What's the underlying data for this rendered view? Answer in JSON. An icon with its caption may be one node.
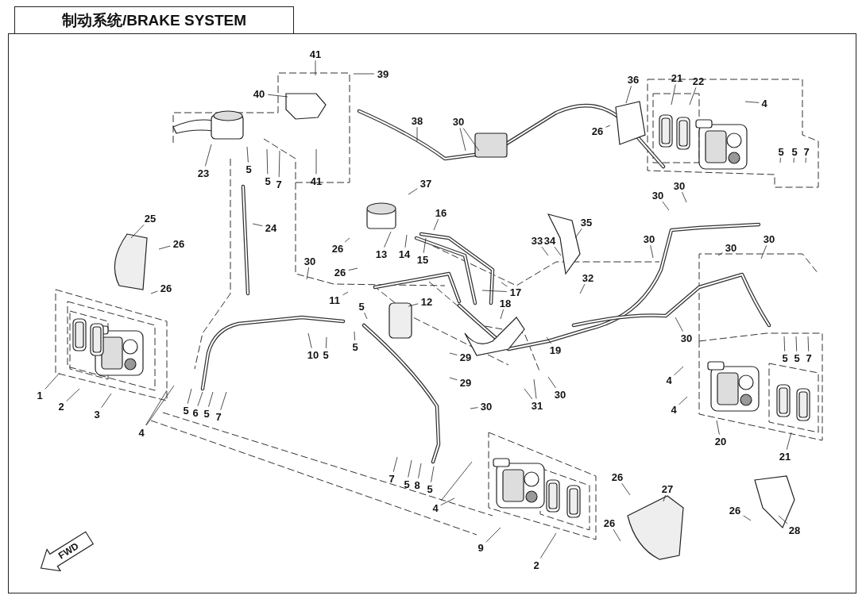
{
  "diagram": {
    "title": "制动系统/BRAKE SYSTEM",
    "nodes": [
      {
        "text": [
          "41"
        ]
      },
      {
        "text": [
          "39"
        ]
      },
      {
        "text": [
          "40"
        ]
      },
      {
        "text": [
          "36"
        ]
      },
      {
        "text": [
          "21"
        ]
      },
      {
        "text": [
          "22"
        ]
      },
      {
        "text": [
          "4"
        ]
      },
      {
        "text": [
          "38"
        ]
      },
      {
        "text": [
          "30"
        ]
      },
      {
        "text": [
          "26"
        ]
      },
      {
        "text": [
          "23"
        ]
      },
      {
        "text": [
          "5"
        ]
      },
      {
        "text": [
          "5"
        ]
      },
      {
        "text": [
          "7"
        ]
      },
      {
        "text": [
          "41"
        ]
      },
      {
        "text": [
          "5"
        ]
      },
      {
        "text": [
          "5"
        ]
      },
      {
        "text": [
          "7"
        ]
      },
      {
        "text": [
          "37"
        ]
      },
      {
        "text": [
          "16"
        ]
      },
      {
        "text": [
          "35"
        ]
      },
      {
        "text": [
          "30"
        ]
      },
      {
        "text": [
          "30"
        ]
      },
      {
        "text": [
          "25"
        ]
      },
      {
        "text": [
          "26"
        ]
      },
      {
        "text": [
          "24"
        ]
      },
      {
        "text": [
          "26"
        ]
      },
      {
        "text": [
          "13"
        ]
      },
      {
        "text": [
          "14"
        ]
      },
      {
        "text": [
          "33"
        ]
      },
      {
        "text": [
          "34"
        ]
      },
      {
        "text": [
          "15"
        ]
      },
      {
        "text": [
          "30"
        ]
      },
      {
        "text": [
          "30"
        ]
      },
      {
        "text": [
          "30"
        ]
      },
      {
        "text": [
          "26"
        ]
      },
      {
        "text": [
          "30"
        ]
      },
      {
        "text": [
          "26"
        ]
      },
      {
        "text": [
          "32"
        ]
      },
      {
        "text": [
          "17"
        ]
      },
      {
        "text": [
          "11"
        ]
      },
      {
        "text": [
          "12"
        ]
      },
      {
        "text": [
          "5"
        ]
      },
      {
        "text": [
          "18"
        ]
      },
      {
        "text": [
          "5"
        ]
      },
      {
        "text": [
          "10"
        ]
      },
      {
        "text": [
          "5"
        ]
      },
      {
        "text": [
          "19"
        ]
      },
      {
        "text": [
          "30"
        ]
      },
      {
        "text": [
          "5"
        ]
      },
      {
        "text": [
          "5"
        ]
      },
      {
        "text": [
          "7"
        ]
      },
      {
        "text": [
          "29"
        ]
      },
      {
        "text": [
          "29"
        ]
      },
      {
        "text": [
          "4"
        ]
      },
      {
        "text": [
          "30"
        ]
      },
      {
        "text": [
          "31"
        ]
      },
      {
        "text": [
          "1"
        ]
      },
      {
        "text": [
          "2"
        ]
      },
      {
        "text": [
          "3"
        ]
      },
      {
        "text": [
          "4"
        ]
      },
      {
        "text": [
          "5"
        ]
      },
      {
        "text": [
          "6"
        ]
      },
      {
        "text": [
          "5"
        ]
      },
      {
        "text": [
          "7"
        ]
      },
      {
        "text": [
          "30"
        ]
      },
      {
        "text": [
          "4"
        ]
      },
      {
        "text": [
          "20"
        ]
      },
      {
        "text": [
          "21"
        ]
      },
      {
        "text": [
          "26"
        ]
      },
      {
        "text": [
          "27"
        ]
      },
      {
        "text": [
          "7"
        ]
      },
      {
        "text": [
          "5"
        ]
      },
      {
        "text": [
          "8"
        ]
      },
      {
        "text": [
          "5"
        ]
      },
      {
        "text": [
          "4"
        ]
      },
      {
        "text": [
          "26"
        ]
      },
      {
        "text": [
          "28"
        ]
      },
      {
        "text": [
          "26"
        ]
      },
      {
        "text": [
          "9"
        ]
      },
      {
        "text": [
          "2"
        ]
      },
      {
        "text": [
          "FWD"
        ]
      }
    ],
    "edges": [
      {
        "from": 0,
        "to": null,
        "arrow": "none"
      },
      {
        "from": 1,
        "to": null,
        "arrow": "none"
      },
      {
        "from": 2,
        "to": null,
        "arrow": "none"
      },
      {
        "from": 3,
        "to": null,
        "arrow": "none"
      },
      {
        "from": 4,
        "to": null,
        "arrow": "none"
      },
      {
        "from": 5,
        "to": null,
        "arrow": "none"
      },
      {
        "from": 6,
        "to": null,
        "arrow": "none"
      },
      {
        "from": 7,
        "to": null,
        "arrow": "none"
      },
      {
        "from": 8,
        "to": null,
        "arrow": "none"
      },
      {
        "from": 8,
        "to": null,
        "arrow": "none"
      },
      {
        "from": 9,
        "to": null,
        "arrow": "none"
      },
      {
        "from": 10,
        "to": null,
        "arrow": "none"
      },
      {
        "from": 11,
        "to": null,
        "arrow": "none"
      },
      {
        "from": 12,
        "to": null,
        "arrow": "none"
      },
      {
        "from": 13,
        "to": null,
        "arrow": "none"
      },
      {
        "from": 14,
        "to": null,
        "arrow": "none"
      },
      {
        "from": 15,
        "to": null,
        "arrow": "none"
      },
      {
        "from": 16,
        "to": null,
        "arrow": "none"
      },
      {
        "from": 17,
        "to": null,
        "arrow": "none"
      },
      {
        "from": 18,
        "to": null,
        "arrow": "none"
      },
      {
        "from": 19,
        "to": null,
        "arrow": "none"
      },
      {
        "from": 20,
        "to": null,
        "arrow": "none"
      },
      {
        "from": 21,
        "to": null,
        "arrow": "none"
      },
      {
        "from": 22,
        "to": null,
        "arrow": "none"
      },
      {
        "from": 23,
        "to": null,
        "arrow": "none"
      },
      {
        "from": 24,
        "to": null,
        "arrow": "none"
      },
      {
        "from": 25,
        "to": null,
        "arrow": "none"
      },
      {
        "from": 26,
        "to": null,
        "arrow": "none"
      },
      {
        "from": 27,
        "to": null,
        "arrow": "none"
      },
      {
        "from": 28,
        "to": null,
        "arrow": "none"
      },
      {
        "from": 29,
        "to": null,
        "arrow": "none"
      },
      {
        "from": 30,
        "to": null,
        "arrow": "none"
      },
      {
        "from": 31,
        "to": null,
        "arrow": "none"
      },
      {
        "from": 32,
        "to": null,
        "arrow": "none"
      },
      {
        "from": 33,
        "to": null,
        "arrow": "none"
      },
      {
        "from": 34,
        "to": null,
        "arrow": "none"
      },
      {
        "from": 35,
        "to": null,
        "arrow": "none"
      },
      {
        "from": 36,
        "to": null,
        "arrow": "none"
      },
      {
        "from": 37,
        "to": null,
        "arrow": "none"
      },
      {
        "from": 38,
        "to": null,
        "arrow": "none"
      },
      {
        "from": 39,
        "to": null,
        "arrow": "none"
      },
      {
        "from": 39,
        "to": null,
        "arrow": "none"
      },
      {
        "from": 40,
        "to": null,
        "arrow": "none"
      },
      {
        "from": 41,
        "to": null,
        "arrow": "none"
      },
      {
        "from": 42,
        "to": null,
        "arrow": "none"
      },
      {
        "from": 43,
        "to": null,
        "arrow": "none"
      },
      {
        "from": 44,
        "to": null,
        "arrow": "none"
      },
      {
        "from": 45,
        "to": null,
        "arrow": "none"
      },
      {
        "from": 46,
        "to": null,
        "arrow": "none"
      },
      {
        "from": 47,
        "to": null,
        "arrow": "none"
      },
      {
        "from": 48,
        "to": null,
        "arrow": "none"
      },
      {
        "from": 49,
        "to": null,
        "arrow": "none"
      },
      {
        "from": 50,
        "to": null,
        "arrow": "none"
      },
      {
        "from": 51,
        "to": null,
        "arrow": "none"
      },
      {
        "from": 52,
        "to": null,
        "arrow": "none"
      },
      {
        "from": 53,
        "to": null,
        "arrow": "none"
      },
      {
        "from": 54,
        "to": null,
        "arrow": "none"
      },
      {
        "from": 55,
        "to": null,
        "arrow": "none"
      },
      {
        "from": 56,
        "to": null,
        "arrow": "none"
      },
      {
        "from": 56,
        "to": null,
        "arrow": "none"
      },
      {
        "from": 57,
        "to": null,
        "arrow": "none"
      },
      {
        "from": 58,
        "to": null,
        "arrow": "none"
      },
      {
        "from": 59,
        "to": null,
        "arrow": "none"
      },
      {
        "from": 60,
        "to": null,
        "arrow": "none"
      },
      {
        "from": 60,
        "to": null,
        "arrow": "none"
      },
      {
        "from": 61,
        "to": null,
        "arrow": "none"
      },
      {
        "from": 62,
        "to": null,
        "arrow": "none"
      },
      {
        "from": 63,
        "to": null,
        "arrow": "none"
      },
      {
        "from": 64,
        "to": null,
        "arrow": "none"
      },
      {
        "from": 65,
        "to": null,
        "arrow": "none"
      },
      {
        "from": 66,
        "to": null,
        "arrow": "none"
      },
      {
        "from": 67,
        "to": null,
        "arrow": "none"
      },
      {
        "from": 68,
        "to": null,
        "arrow": "none"
      },
      {
        "from": 69,
        "to": null,
        "arrow": "none"
      },
      {
        "from": 70,
        "to": null,
        "arrow": "none"
      },
      {
        "from": 71,
        "to": null,
        "arrow": "none"
      },
      {
        "from": 72,
        "to": null,
        "arrow": "none"
      },
      {
        "from": 73,
        "to": null,
        "arrow": "none"
      },
      {
        "from": 74,
        "to": null,
        "arrow": "none"
      },
      {
        "from": 75,
        "to": null,
        "arrow": "none"
      },
      {
        "from": 75,
        "to": null,
        "arrow": "none"
      },
      {
        "from": 76,
        "to": null,
        "arrow": "none"
      },
      {
        "from": 77,
        "to": null,
        "arrow": "none"
      },
      {
        "from": 78,
        "to": null,
        "arrow": "none"
      },
      {
        "from": 79,
        "to": null,
        "arrow": "none"
      },
      {
        "from": 80,
        "to": null,
        "arrow": "none"
      }
    ]
  }
}
